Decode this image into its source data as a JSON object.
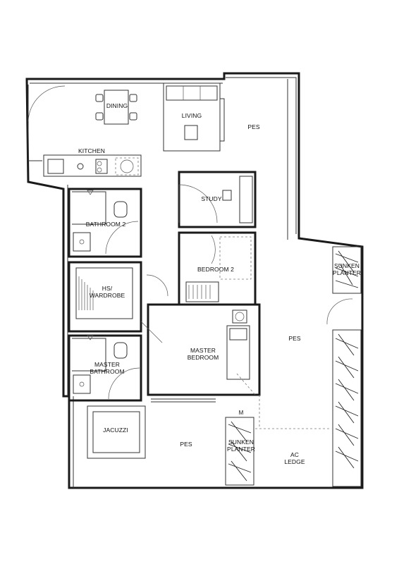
{
  "rooms": {
    "dining": "DINING",
    "living": "LIVING",
    "kitchen": "KITCHEN",
    "pes_top": "PES",
    "study": "STUDY",
    "bathroom2": "BATHROOM 2",
    "bedroom2": "BEDROOM 2",
    "hs_wardrobe": "HS/\nWARDROBE",
    "sunken_planter_right": "SUNKEN\nPLANTER",
    "pes_right": "PES",
    "master_bedroom": "MASTER\nBEDROOM",
    "master_bathroom": "MASTER\nBATHROOM",
    "jacuzzi": "JACUZZI",
    "pes_bottom": "PES",
    "sunken_planter_bottom": "SUNKEN\nPLANTER",
    "ac_ledge": "AC\nLEDGE"
  },
  "symbols": {
    "mailbox_mark": "M"
  },
  "colors": {
    "wall": "#1a1a1a",
    "line": "#333333",
    "background": "#ffffff"
  }
}
